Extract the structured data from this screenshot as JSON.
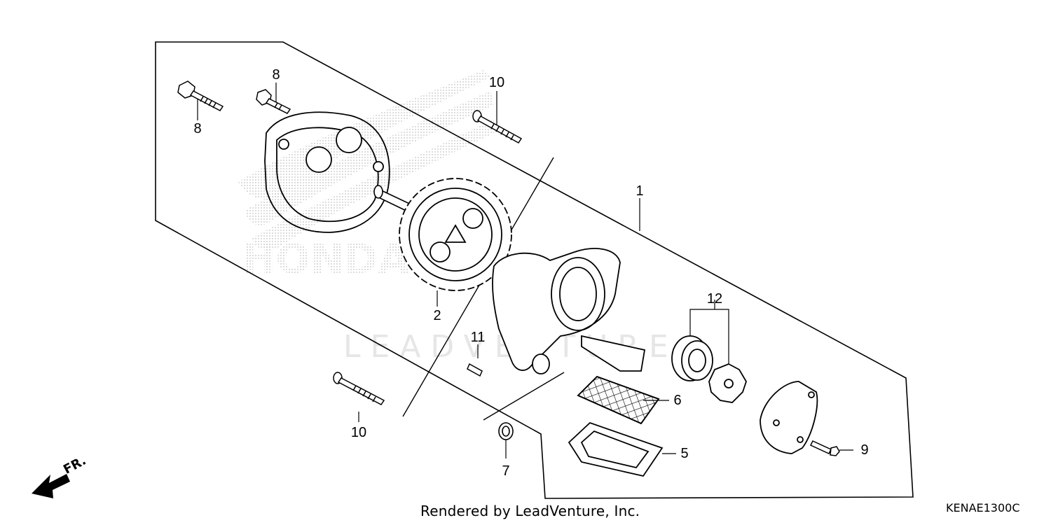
{
  "callouts": {
    "p1": "1",
    "p2": "2",
    "p5": "5",
    "p6": "6",
    "p7": "7",
    "p8a": "8",
    "p8b": "8",
    "p9": "9",
    "p10a": "10",
    "p10b": "10",
    "p11": "11",
    "p12": "12"
  },
  "direction_label": "FR.",
  "watermark": {
    "brand": "HONDA",
    "text": "LEADVENTURE"
  },
  "footer": {
    "credit": "Rendered by LeadVenture, Inc.",
    "code": "KENAE1300C"
  }
}
